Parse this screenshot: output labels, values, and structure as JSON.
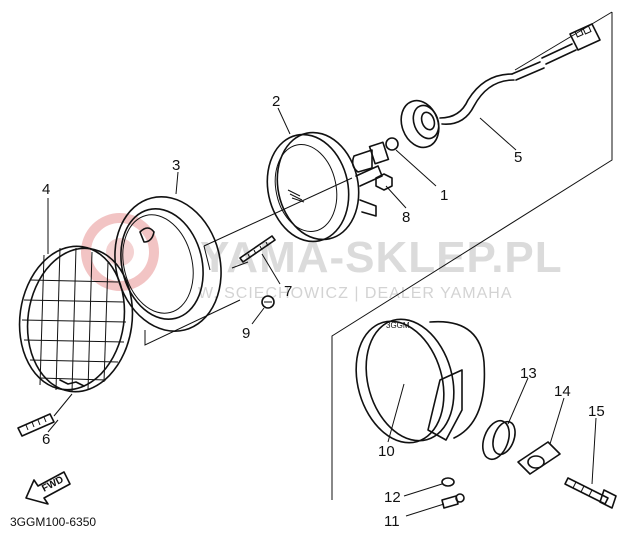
{
  "diagram": {
    "code": "3GGM100-6350",
    "direction_label": "FWD",
    "watermark": {
      "main": "YAMA-SKLEP.PL",
      "sub": "W. SCIECHOWICZ | DEALER YAMAHA"
    },
    "parts": [
      {
        "id": "p1",
        "num": "1"
      },
      {
        "id": "p2",
        "num": "2"
      },
      {
        "id": "p3",
        "num": "3"
      },
      {
        "id": "p4",
        "num": "4"
      },
      {
        "id": "p5",
        "num": "5"
      },
      {
        "id": "p6",
        "num": "6"
      },
      {
        "id": "p7",
        "num": "7"
      },
      {
        "id": "p8",
        "num": "8"
      },
      {
        "id": "p9",
        "num": "9"
      },
      {
        "id": "p10",
        "num": "10"
      },
      {
        "id": "p11",
        "num": "11"
      },
      {
        "id": "p12",
        "num": "12"
      },
      {
        "id": "p13",
        "num": "13"
      },
      {
        "id": "p14",
        "num": "14"
      },
      {
        "id": "p15",
        "num": "15"
      }
    ]
  }
}
